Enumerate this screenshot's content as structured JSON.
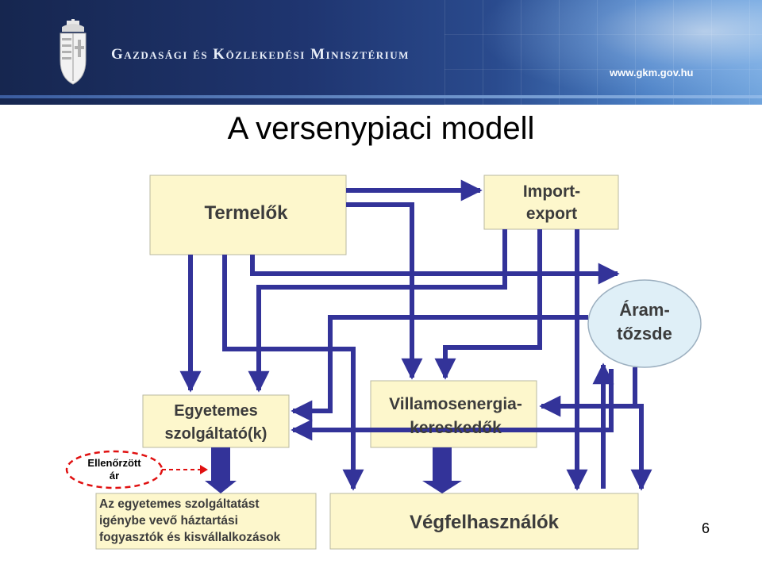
{
  "header": {
    "ministry": "Gazdasági és Közlekedési Minisztérium",
    "url": "www.gkm.gov.hu"
  },
  "title": "A versenypiaci modell",
  "nodes": {
    "termelok": "Termelők",
    "import_line1": "Import-",
    "import_line2": "export",
    "aramtozsde_line1": "Áram-",
    "aramtozsde_line2": "tőzsde",
    "egyetemes_line1": "Egyetemes",
    "egyetemes_line2": "szolgáltató(k)",
    "kereskedok_line1": "Villamosenergia-",
    "kereskedok_line2": "kereskedők",
    "vegfelhasznalok": "Végfelhasználók",
    "ellenorzott_line1": "Ellenőrzött",
    "ellenorzott_line2": "ár",
    "haztartasi_line1": "Az egyetemes szolgáltatást",
    "haztartasi_line2": "igénybe vevő háztartási",
    "haztartasi_line3": "fogyasztók és kisvállalkozások"
  },
  "colors": {
    "arrow": "#333399",
    "box_fill": "#fdf7cc",
    "ellipse_fill": "#dfeff7",
    "dashed": "#e01010"
  },
  "page_number": "6"
}
